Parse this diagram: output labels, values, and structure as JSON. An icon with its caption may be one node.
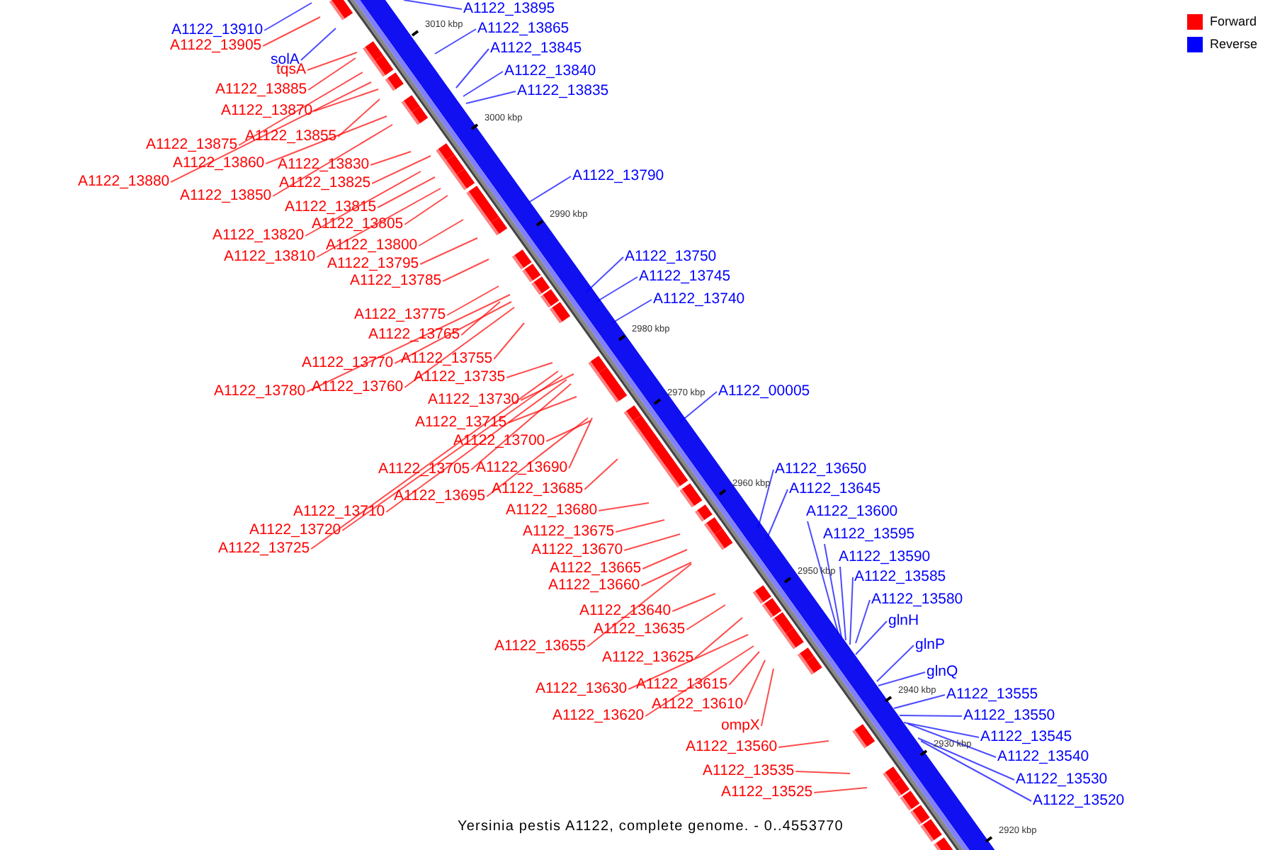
{
  "diagram": {
    "caption": "Yersinia pestis A1122, complete genome. - 0..4553770",
    "nodes": [
      {
        "text": [
          "A1122_13905"
        ]
      },
      {
        "text": [
          "solA"
        ]
      },
      {
        "text": [
          "A1122_13910"
        ]
      },
      {
        "text": [
          "A1122_13895"
        ]
      },
      {
        "text": [
          "tqsA"
        ]
      },
      {
        "text": [
          "A1122_13885"
        ]
      },
      {
        "text": [
          "A1122_13870"
        ]
      },
      {
        "text": [
          "A1122_13875"
        ]
      },
      {
        "text": [
          "A1122_13855"
        ]
      },
      {
        "text": [
          "A1122_13860"
        ]
      },
      {
        "text": [
          "A1122_13880"
        ]
      },
      {
        "text": [
          "A1122_13830"
        ]
      },
      {
        "text": [
          "A1122_13825"
        ]
      },
      {
        "text": [
          "A1122_13850"
        ]
      },
      {
        "text": [
          "A1122_13815"
        ]
      },
      {
        "text": [
          "A1122_13805"
        ]
      },
      {
        "text": [
          "A1122_13820"
        ]
      },
      {
        "text": [
          "A1122_13800"
        ]
      },
      {
        "text": [
          "A1122_13810"
        ]
      },
      {
        "text": [
          "A1122_13795"
        ]
      },
      {
        "text": [
          "A1122_13785"
        ]
      },
      {
        "text": [
          "A1122_13775"
        ]
      },
      {
        "text": [
          "A1122_13765"
        ]
      },
      {
        "text": [
          "A1122_13770"
        ]
      },
      {
        "text": [
          "A1122_13755"
        ]
      },
      {
        "text": [
          "A1122_13735"
        ]
      },
      {
        "text": [
          "A1122_13780"
        ]
      },
      {
        "text": [
          "A1122_13760"
        ]
      },
      {
        "text": [
          "A1122_13730"
        ]
      },
      {
        "text": [
          "A1122_13715"
        ]
      },
      {
        "text": [
          "A1122_13700"
        ]
      },
      {
        "text": [
          "A1122_13705"
        ]
      },
      {
        "text": [
          "A1122_13690"
        ]
      },
      {
        "text": [
          "A1122_13685"
        ]
      },
      {
        "text": [
          "A1122_13695"
        ]
      },
      {
        "text": [
          "A1122_13680"
        ]
      },
      {
        "text": [
          "A1122_13710"
        ]
      },
      {
        "text": [
          "A1122_13720"
        ]
      },
      {
        "text": [
          "A1122_13675"
        ]
      },
      {
        "text": [
          "A1122_13725"
        ]
      },
      {
        "text": [
          "A1122_13670"
        ]
      },
      {
        "text": [
          "A1122_13665"
        ]
      },
      {
        "text": [
          "A1122_13660"
        ]
      },
      {
        "text": [
          "A1122_13640"
        ]
      },
      {
        "text": [
          "A1122_13635"
        ]
      },
      {
        "text": [
          "A1122_13655"
        ]
      },
      {
        "text": [
          "A1122_13625"
        ]
      },
      {
        "text": [
          "A1122_13630"
        ]
      },
      {
        "text": [
          "A1122_13615"
        ]
      },
      {
        "text": [
          "A1122_13610"
        ]
      },
      {
        "text": [
          "A1122_13620"
        ]
      },
      {
        "text": [
          "ompX"
        ]
      },
      {
        "text": [
          "A1122_13560"
        ]
      },
      {
        "text": [
          "A1122_13535"
        ]
      },
      {
        "text": [
          "A1122_13525"
        ]
      },
      {
        "text": [
          "A1122_13865"
        ]
      },
      {
        "text": [
          "A1122_13845"
        ]
      },
      {
        "text": [
          "A1122_13840"
        ]
      },
      {
        "text": [
          "A1122_13835"
        ]
      },
      {
        "text": [
          "A1122_13790"
        ]
      },
      {
        "text": [
          "A1122_13750"
        ]
      },
      {
        "text": [
          "A1122_13745"
        ]
      },
      {
        "text": [
          "A1122_13740"
        ]
      },
      {
        "text": [
          "A1122_00005"
        ]
      },
      {
        "text": [
          "A1122_13650"
        ]
      },
      {
        "text": [
          "A1122_13645"
        ]
      },
      {
        "text": [
          "A1122_13600"
        ]
      },
      {
        "text": [
          "A1122_13595"
        ]
      },
      {
        "text": [
          "A1122_13590"
        ]
      },
      {
        "text": [
          "A1122_13585"
        ]
      },
      {
        "text": [
          "A1122_13580"
        ]
      },
      {
        "text": [
          "glnH"
        ]
      },
      {
        "text": [
          "glnP"
        ]
      },
      {
        "text": [
          "glnQ"
        ]
      },
      {
        "text": [
          "A1122_13555"
        ]
      },
      {
        "text": [
          "A1122_13550"
        ]
      },
      {
        "text": [
          "A1122_13545"
        ]
      },
      {
        "text": [
          "A1122_13540"
        ]
      },
      {
        "text": [
          "A1122_13530"
        ]
      },
      {
        "text": [
          "A1122_13520"
        ]
      }
    ],
    "edges": [
      {
        "from": 0,
        "to": null,
        "arrow": "none"
      },
      {
        "from": 1,
        "to": null,
        "arrow": "none",
        "color": "#0000ff"
      },
      {
        "from": 2,
        "to": null,
        "arrow": "none",
        "color": "#0000ff"
      },
      {
        "from": 3,
        "to": null,
        "arrow": "none",
        "color": "#0000ff"
      },
      {
        "from": 4,
        "to": null,
        "arrow": "none"
      },
      {
        "from": 5,
        "to": null,
        "arrow": "none"
      },
      {
        "from": 6,
        "to": null,
        "arrow": "none"
      },
      {
        "from": 7,
        "to": null,
        "arrow": "none"
      },
      {
        "from": 8,
        "to": null,
        "arrow": "none"
      },
      {
        "from": 9,
        "to": null,
        "arrow": "none"
      },
      {
        "from": 10,
        "to": null,
        "arrow": "none"
      },
      {
        "from": 11,
        "to": null,
        "arrow": "none"
      },
      {
        "from": 12,
        "to": null,
        "arrow": "none"
      },
      {
        "from": 13,
        "to": null,
        "arrow": "none"
      },
      {
        "from": 14,
        "to": null,
        "arrow": "none"
      },
      {
        "from": 15,
        "to": null,
        "arrow": "none"
      },
      {
        "from": 16,
        "to": null,
        "arrow": "none"
      },
      {
        "from": 17,
        "to": null,
        "arrow": "none"
      },
      {
        "from": 18,
        "to": null,
        "arrow": "none"
      },
      {
        "from": 19,
        "to": null,
        "arrow": "none"
      },
      {
        "from": 20,
        "to": null,
        "arrow": "none"
      },
      {
        "from": 21,
        "to": null,
        "arrow": "none"
      },
      {
        "from": 22,
        "to": null,
        "arrow": "none"
      },
      {
        "from": 23,
        "to": null,
        "arrow": "none"
      },
      {
        "from": 24,
        "to": null,
        "arrow": "none"
      },
      {
        "from": 25,
        "to": null,
        "arrow": "none"
      },
      {
        "from": 26,
        "to": null,
        "arrow": "none"
      },
      {
        "from": 27,
        "to": null,
        "arrow": "none"
      },
      {
        "from": 28,
        "to": null,
        "arrow": "none"
      },
      {
        "from": 29,
        "to": null,
        "arrow": "none"
      },
      {
        "from": 30,
        "to": null,
        "arrow": "none"
      },
      {
        "from": 31,
        "to": null,
        "arrow": "none"
      },
      {
        "from": 32,
        "to": null,
        "arrow": "none"
      },
      {
        "from": 33,
        "to": null,
        "arrow": "none"
      },
      {
        "from": 34,
        "to": null,
        "arrow": "none"
      },
      {
        "from": 35,
        "to": null,
        "arrow": "none"
      },
      {
        "from": 36,
        "to": null,
        "arrow": "none"
      },
      {
        "from": 37,
        "to": null,
        "arrow": "none"
      },
      {
        "from": 38,
        "to": null,
        "arrow": "none"
      },
      {
        "from": 39,
        "to": null,
        "arrow": "none"
      },
      {
        "from": 40,
        "to": null,
        "arrow": "none"
      },
      {
        "from": 41,
        "to": null,
        "arrow": "none"
      },
      {
        "from": 42,
        "to": null,
        "arrow": "none"
      },
      {
        "from": 43,
        "to": null,
        "arrow": "none"
      },
      {
        "from": 44,
        "to": null,
        "arrow": "none"
      },
      {
        "from": 45,
        "to": null,
        "arrow": "none"
      },
      {
        "from": 46,
        "to": null,
        "arrow": "none"
      },
      {
        "from": 47,
        "to": null,
        "arrow": "none"
      },
      {
        "from": 48,
        "to": null,
        "arrow": "none"
      },
      {
        "from": 49,
        "to": null,
        "arrow": "none"
      },
      {
        "from": 50,
        "to": null,
        "arrow": "none"
      },
      {
        "from": 51,
        "to": null,
        "arrow": "none"
      },
      {
        "from": 52,
        "to": null,
        "arrow": "none"
      },
      {
        "from": 53,
        "to": null,
        "arrow": "none"
      },
      {
        "from": 54,
        "to": null,
        "arrow": "none"
      },
      {
        "from": 55,
        "to": null,
        "arrow": "none",
        "color": "#0000ff"
      },
      {
        "from": 56,
        "to": null,
        "arrow": "none",
        "color": "#0000ff"
      },
      {
        "from": 57,
        "to": null,
        "arrow": "none",
        "color": "#0000ff"
      },
      {
        "from": 58,
        "to": null,
        "arrow": "none",
        "color": "#0000ff"
      },
      {
        "from": 59,
        "to": null,
        "arrow": "none",
        "color": "#0000ff"
      },
      {
        "from": 60,
        "to": null,
        "arrow": "none",
        "color": "#0000ff"
      },
      {
        "from": 61,
        "to": null,
        "arrow": "none",
        "color": "#0000ff"
      },
      {
        "from": 62,
        "to": null,
        "arrow": "none",
        "color": "#0000ff"
      },
      {
        "from": 63,
        "to": null,
        "arrow": "none",
        "color": "#0000ff"
      },
      {
        "from": 64,
        "to": null,
        "arrow": "none",
        "color": "#0000ff"
      },
      {
        "from": 65,
        "to": null,
        "arrow": "none",
        "color": "#0000ff"
      },
      {
        "from": 66,
        "to": null,
        "arrow": "none",
        "color": "#0000ff"
      },
      {
        "from": 67,
        "to": null,
        "arrow": "none",
        "color": "#0000ff"
      },
      {
        "from": 68,
        "to": null,
        "arrow": "none",
        "color": "#0000ff"
      },
      {
        "from": 69,
        "to": null,
        "arrow": "none",
        "color": "#0000ff"
      },
      {
        "from": 70,
        "to": null,
        "arrow": "none",
        "color": "#0000ff"
      },
      {
        "from": 71,
        "to": null,
        "arrow": "none",
        "color": "#0000ff"
      },
      {
        "from": 72,
        "to": null,
        "arrow": "none",
        "color": "#0000ff"
      },
      {
        "from": 73,
        "to": null,
        "arrow": "none",
        "color": "#0000ff"
      },
      {
        "from": 74,
        "to": null,
        "arrow": "none",
        "color": "#0000ff"
      },
      {
        "from": 75,
        "to": null,
        "arrow": "none",
        "color": "#0000ff"
      },
      {
        "from": 76,
        "to": null,
        "arrow": "none",
        "color": "#0000ff"
      },
      {
        "from": 77,
        "to": null,
        "arrow": "none",
        "color": "#0000ff"
      },
      {
        "from": 78,
        "to": null,
        "arrow": "none",
        "color": "#0000ff"
      },
      {
        "from": 79,
        "to": null,
        "arrow": "none",
        "color": "#0000ff"
      }
    ],
    "labels": [
      "3010 kbp",
      "3000 kbp",
      "2990 kbp",
      "2980 kbp",
      "2970 kbp",
      "2960 kbp",
      "2950 kbp",
      "2940 kbp",
      "2930 kbp",
      "2920 kbp"
    ],
    "legend": [
      {
        "text": "Forward",
        "color": "#ff0000"
      },
      {
        "text": "Reverse",
        "color": "#0000ff"
      }
    ]
  }
}
